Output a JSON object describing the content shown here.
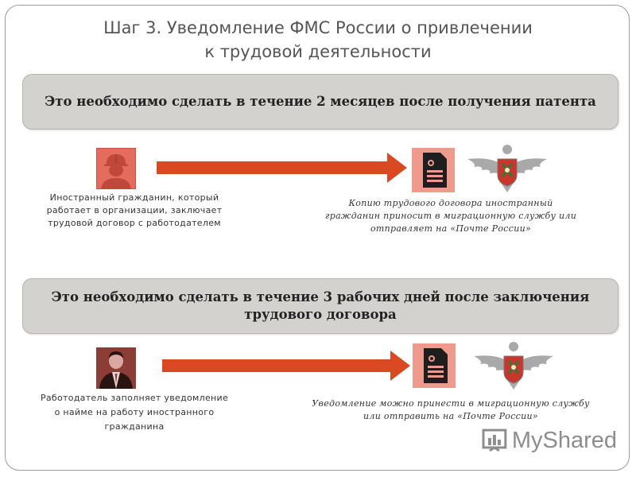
{
  "slide": {
    "title_line1": "Шаг 3. Уведомление ФМС России о привлечении",
    "title_line2": "к трудовой деятельности"
  },
  "step1": {
    "banner": "Это необходимо сделать в течение  2 месяцев после получения патента",
    "left_caption": "Иностранный гражданин, который работает в организации, заключает трудовой договор с работодателем",
    "right_caption": "Копию трудового договора иностранный гражданин приносит в миграционную службу или отправляет на «Почте России»"
  },
  "step2": {
    "banner_line1": "Это необходимо сделать в течение  3 рабочих дней после заключения",
    "banner_line2": "трудового договора",
    "left_caption": "Работодатель заполняет уведомление о найме на работу иностранного гражданина",
    "right_caption": "Уведомление можно принести в миграционную службу или отправить на «Почте России»"
  },
  "watermark": {
    "text": "MyShared"
  },
  "colors": {
    "arrow": "#d94a22",
    "person1_bg": "#e46c5c",
    "person2_bg": "#8c3d36",
    "doc_bg": "#ee9a8c",
    "band": "#d4d2cf"
  },
  "icons": [
    "worker-helmet-icon",
    "businessman-icon",
    "document-icon",
    "fms-emblem-icon",
    "myshared-logo-icon"
  ]
}
